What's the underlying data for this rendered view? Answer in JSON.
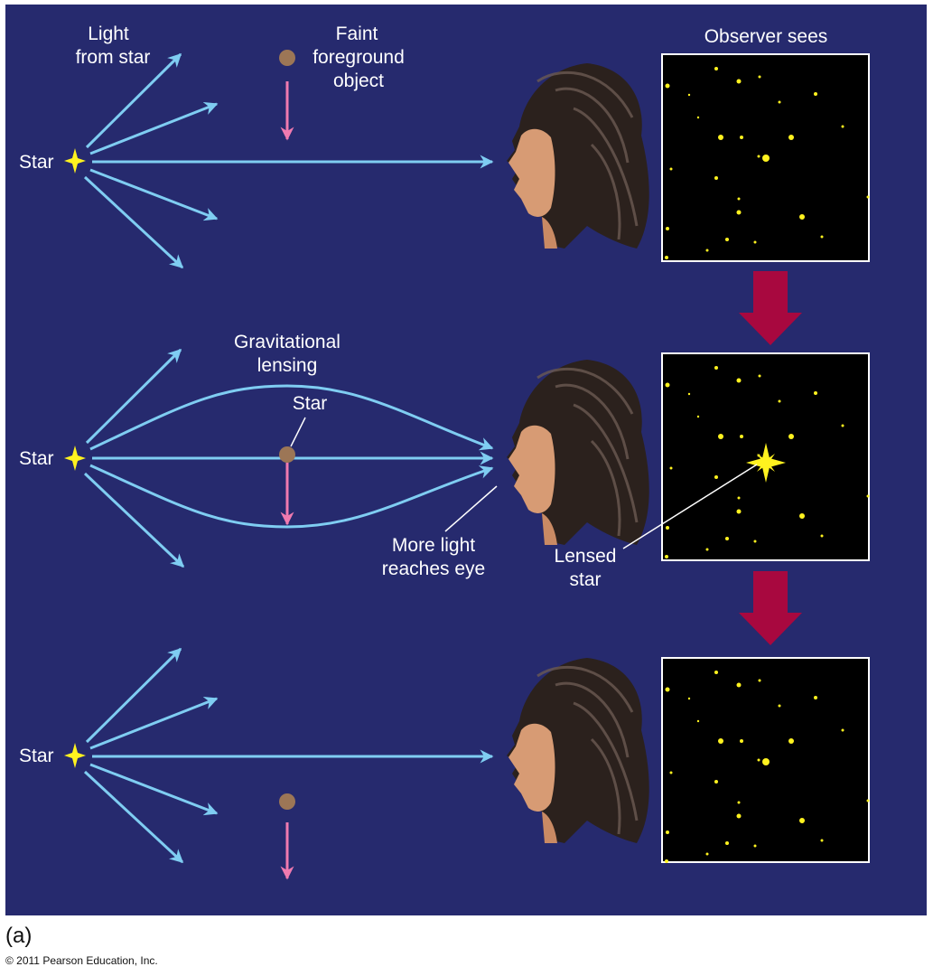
{
  "colors": {
    "background": "#262a6e",
    "light_ray": "#7fcdf2",
    "foreground_object": "#9c7656",
    "motion_arrow": "#f07ab0",
    "transition_arrow": "#a8083f",
    "star": "#fff21f"
  },
  "labels": {
    "light_from_star": [
      "Light",
      "from star"
    ],
    "faint_foreground_object": [
      "Faint",
      "foreground",
      "object"
    ],
    "observer_sees": "Observer sees",
    "star": "Star",
    "gravitational_lensing": [
      "Gravitational",
      "lensing"
    ],
    "lens_star": "Star",
    "more_light": [
      "More light",
      "reaches eye"
    ],
    "lensed_star": [
      "Lensed",
      "star"
    ]
  },
  "caption": "(a)",
  "copyright": "© 2011 Pearson Education, Inc."
}
